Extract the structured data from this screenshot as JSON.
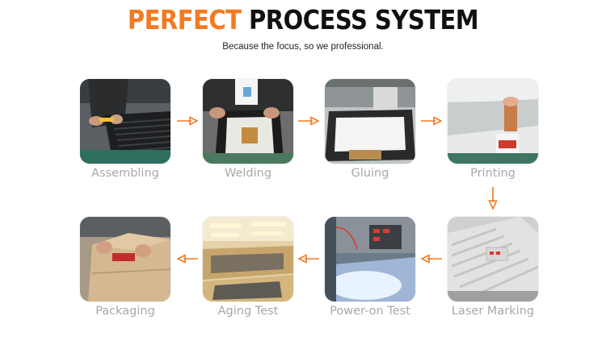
{
  "header": {
    "title_accent": "PERFECT",
    "title_main": "PROCESS SYSTEM",
    "subtitle": "Because the focus, so we professional."
  },
  "steps": [
    {
      "label": "Assembling"
    },
    {
      "label": "Welding"
    },
    {
      "label": "Gluing"
    },
    {
      "label": "Printing"
    },
    {
      "label": "Laser Marking"
    },
    {
      "label": "Power-on Test"
    },
    {
      "label": "Aging Test"
    },
    {
      "label": "Packaging"
    }
  ],
  "colors": {
    "accent": "#f47a20",
    "label_gray": "#a8a8a8",
    "arrow": "#f47a20"
  }
}
